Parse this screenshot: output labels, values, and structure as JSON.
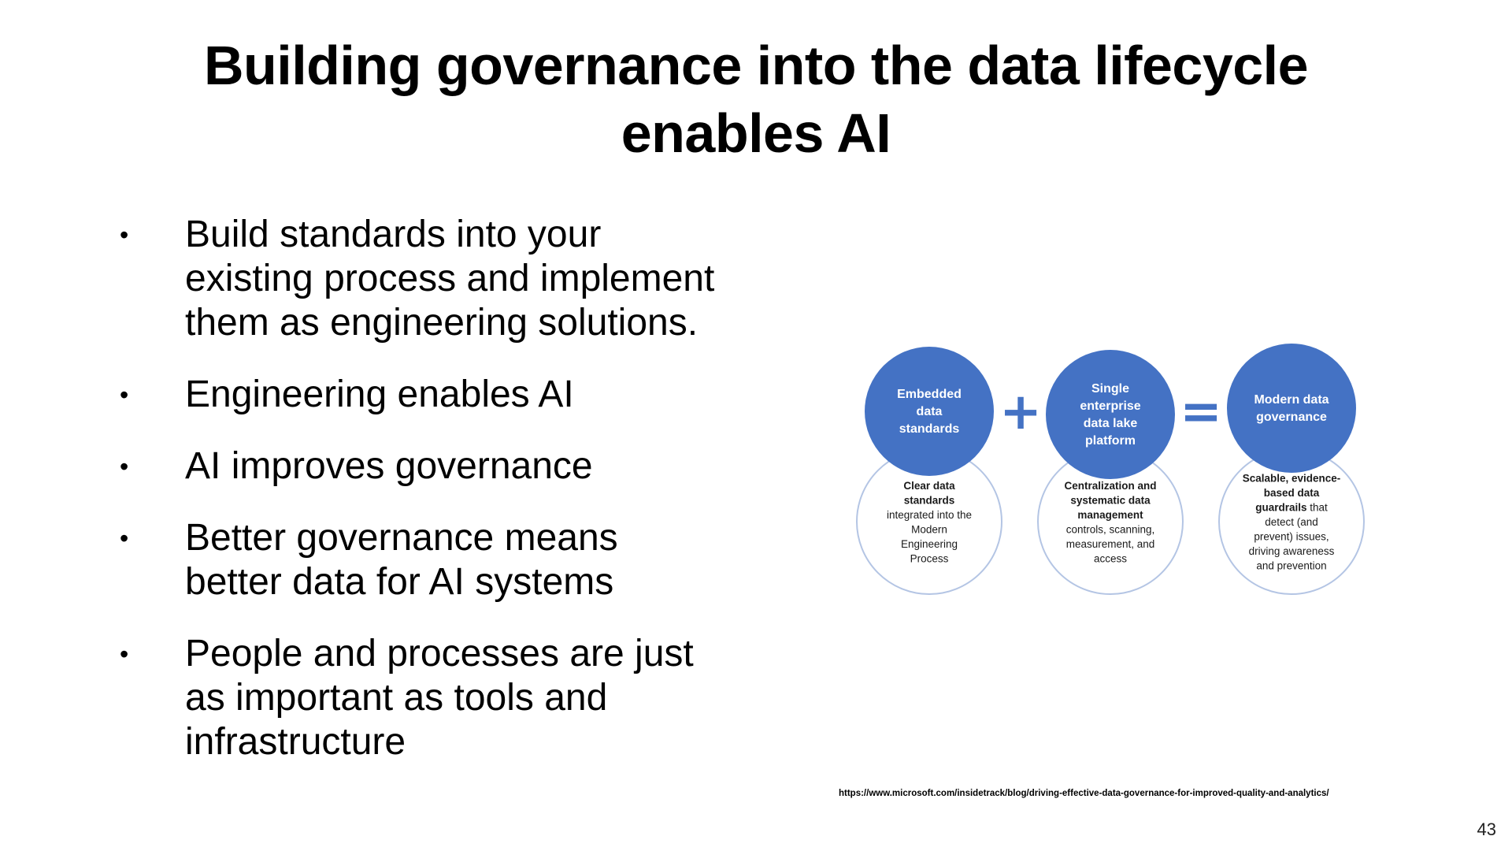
{
  "slide": {
    "title_lines": [
      "Building governance into the data lifecycle",
      "enables AI"
    ],
    "bullets": [
      [
        "Build standards into your",
        "existing process and implement",
        "them as engineering solutions."
      ],
      [
        "Engineering enables AI"
      ],
      [
        "AI improves governance"
      ],
      [
        "Better governance means",
        "better data for AI systems"
      ],
      [
        "People and processes are just",
        "as important as tools and",
        "infrastructure"
      ]
    ],
    "bullet_glyph": "•",
    "source_url": "https://www.microsoft.com/insidetrack/blog/driving-effective-data-governance-for-improved-quality-and-analytics/",
    "page_number": "43"
  },
  "diagram": {
    "colors": {
      "circle_fill": "#4472C4",
      "circle_outline": "#B4C5E4",
      "operator": "#4472C4",
      "text": "#1a1a1a"
    },
    "operators": [
      "+",
      "="
    ],
    "top_circles": [
      [
        "Embedded",
        "data",
        "standards"
      ],
      [
        "Single",
        "enterprise",
        "data lake",
        "platform"
      ],
      [
        "Modern data",
        "governance"
      ]
    ],
    "bottom_circles": [
      [
        {
          "t": "Clear data",
          "b": true
        },
        {
          "t": "standards",
          "b": true
        },
        {
          "t": "integrated into the",
          "b": false
        },
        {
          "t": "Modern",
          "b": false
        },
        {
          "t": "Engineering",
          "b": false
        },
        {
          "t": "Process",
          "b": false
        }
      ],
      [
        {
          "t": "Centralization and",
          "b": true
        },
        {
          "t": "systematic data",
          "b": true
        },
        {
          "t": "management",
          "b": true
        },
        {
          "t": "controls, scanning,",
          "b": false
        },
        {
          "t": "measurement, and",
          "b": false
        },
        {
          "t": "access",
          "b": false
        }
      ],
      [
        {
          "t": "Scalable, evidence-",
          "b": true
        },
        {
          "t": "based data",
          "b": true
        },
        {
          "t": "guardrails",
          "b": true,
          "tail": " that"
        },
        {
          "t": "detect (and",
          "b": false
        },
        {
          "t": "prevent) issues,",
          "b": false
        },
        {
          "t": "driving awareness",
          "b": false
        },
        {
          "t": "and prevention",
          "b": false
        }
      ]
    ]
  }
}
